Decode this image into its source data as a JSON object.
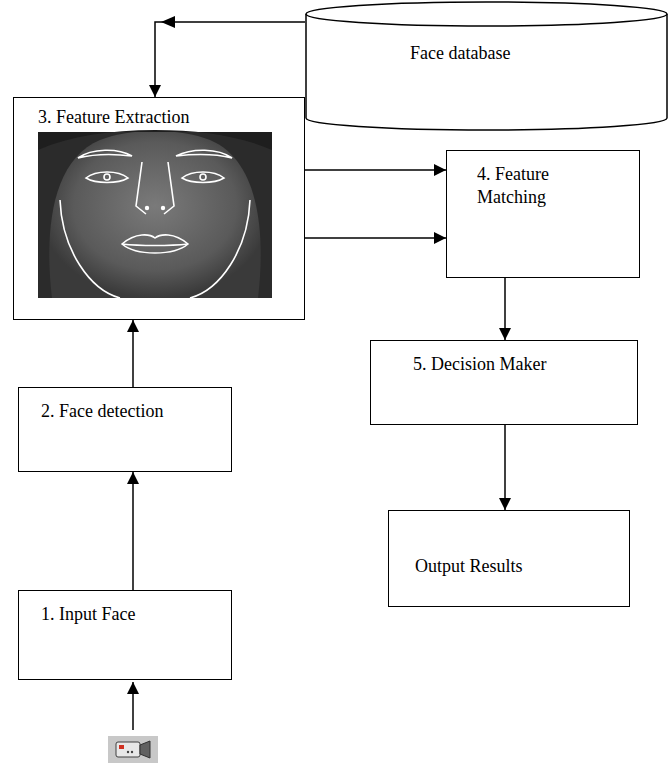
{
  "diagram": {
    "nodes": [
      {
        "text": [
          "1. Input Face"
        ]
      },
      {
        "text": [
          "2. Face detection"
        ]
      },
      {
        "text": [
          "3. Feature Extraction"
        ]
      },
      {
        "text": [
          "Face database"
        ]
      },
      {
        "text": [
          "4. Feature Matching"
        ]
      },
      {
        "text": [
          "5. Decision Maker"
        ]
      },
      {
        "text": [
          "Output Results"
        ]
      }
    ],
    "edges": [
      {
        "from": 0,
        "to": 1,
        "arrow": "to"
      },
      {
        "from": 1,
        "to": 2,
        "arrow": "to"
      },
      {
        "from": 3,
        "to": 2,
        "arrow": "to"
      },
      {
        "from": 2,
        "to": 4,
        "arrow": "to"
      },
      {
        "from": 2,
        "to": 4,
        "arrow": "to"
      },
      {
        "from": 4,
        "to": 5,
        "arrow": "to"
      },
      {
        "from": 5,
        "to": 6,
        "arrow": "to"
      }
    ]
  }
}
